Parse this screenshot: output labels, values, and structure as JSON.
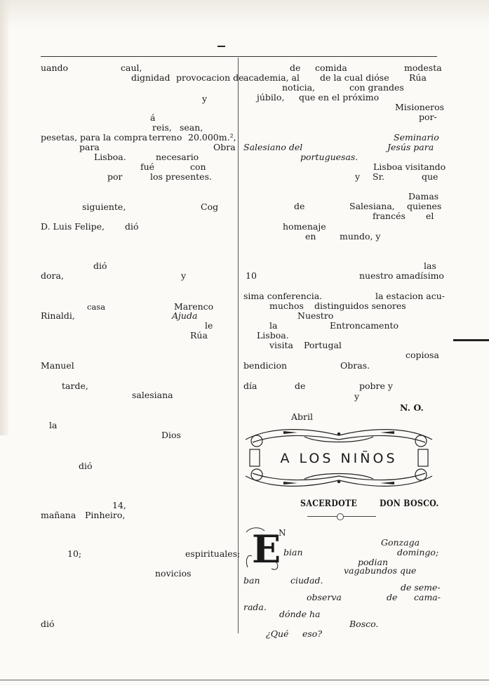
{
  "left_column": {
    "lines": [
      "uando",
      "caul,",
      "dignidad",
      "provocacion de",
      "y",
      "á",
      "reis,",
      "sean,",
      "pesetas, para la compra",
      "terreno",
      "20.000m.²,",
      "para",
      "Obra",
      "Lisboa.",
      "necesario",
      "fué",
      "con",
      "por",
      "los presentes.",
      "siguiente,",
      "Cog",
      "D. Luis Felipe,",
      "dió",
      "dió",
      "dora,",
      "y",
      "casa",
      "Marenco",
      "Rinaldi,",
      "Ajuda",
      "le",
      "Rúa",
      "Manuel",
      "tarde,",
      "salesiana",
      "la",
      "Dios",
      "dió",
      "14,",
      "mañana",
      "Pinheiro,",
      "10;",
      "espirituales;",
      "novicios",
      "dió"
    ]
  },
  "right_column": {
    "lines": [
      "de",
      "comida",
      "modesta",
      "academia, al",
      "de la cual dióse",
      "Rúa",
      "noticia,",
      "con grandes",
      "júbilo,",
      "que en el próximo",
      "Misioneros",
      "por-",
      "Seminario",
      "Salesiano del",
      "Jesús para",
      "portuguesas.",
      "Lisboa visitando",
      "y",
      "Sr.",
      "que",
      "Damas",
      "de",
      "Salesiana,",
      "quienes",
      "francés",
      "el",
      "homenaje",
      "en",
      "mundo, y",
      "las",
      "10",
      "nuestro amadísimo",
      "sima conferencia.",
      "la estacion acu-",
      "muchos",
      "distinguidos senores",
      "Nuestro",
      "la",
      "Entroncamento",
      "Lisboa.",
      "visita",
      "Portugal",
      "copiosa",
      "bendicion",
      "Obras.",
      "día",
      "de",
      "pobre y",
      "y",
      "N. O.",
      "Abril"
    ],
    "banner_title": "A LOS NIÑOS",
    "section_heading_left": "SACERDOTE",
    "section_heading_right": "DON BOSCO.",
    "dropcap_letter": "E",
    "dropcap_small": "N",
    "story_lines": [
      "Gonzaga",
      "bian",
      "domingo;",
      "podian",
      "vagabundos que",
      "ban",
      "ciudad.",
      "de seme-",
      "observa",
      "de",
      "cama-",
      "rada.",
      "dónde ha",
      "Bosco.",
      "¿Qué",
      "eso?"
    ]
  }
}
